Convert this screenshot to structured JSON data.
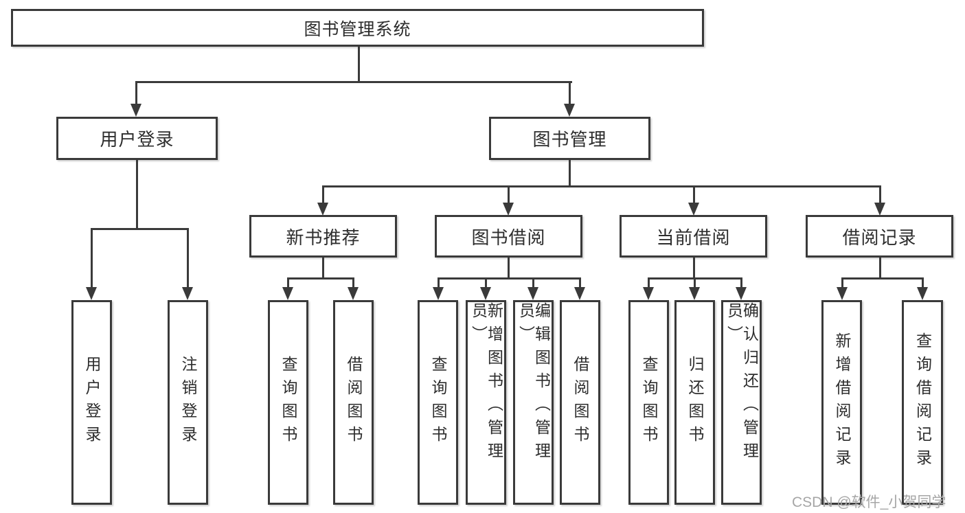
{
  "diagram": {
    "root": {
      "label": "图书管理系统"
    },
    "level2": [
      {
        "label": "用户登录"
      },
      {
        "label": "图书管理"
      }
    ],
    "level3": [
      {
        "label": "新书推荐"
      },
      {
        "label": "图书借阅"
      },
      {
        "label": "当前借阅"
      },
      {
        "label": "借阅记录"
      }
    ],
    "leaves": [
      {
        "label": "用户登录"
      },
      {
        "label": "注销登录"
      },
      {
        "label": "查询图书"
      },
      {
        "label": "借阅图书"
      },
      {
        "label": "查询图书"
      },
      {
        "label": "新增图书（管理员）"
      },
      {
        "label": "编辑图书（管理员）"
      },
      {
        "label": "借阅图书"
      },
      {
        "label": "查询图书"
      },
      {
        "label": "归还图书"
      },
      {
        "label": "确认归还（管理员）"
      },
      {
        "label": "新增借阅记录"
      },
      {
        "label": "查询借阅记录"
      }
    ],
    "watermark": "CSDN @软件_小贺同学",
    "colors": {
      "line": "#3a3a3a",
      "text": "#2d2d2d",
      "watermark": "#a6a6a6"
    }
  }
}
